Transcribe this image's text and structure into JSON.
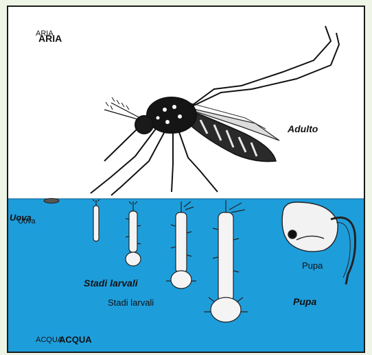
{
  "labels": {
    "aria_small": "ARIA",
    "aria_bold": "ARIA",
    "adulto": "Adulto",
    "uova_italic": "Uova",
    "uova_plain": "Uova",
    "stadi_italic": "Stadi larvali",
    "stadi_plain": "Stadi larvali",
    "pupa_plain": "Pupa",
    "pupa_italic": "Pupa",
    "acqua_small": "ACQUA",
    "acqua_bold": "ACQUA"
  },
  "colors": {
    "water": "#1e9ddb",
    "air": "#ffffff",
    "ink": "#111111",
    "border": "#1a1a1a",
    "egg": "#555555"
  },
  "icons": {
    "adult": "mosquito-adult-icon",
    "eggs": "egg-raft-icon",
    "larvae": "larva-icon",
    "pupa": "pupa-icon"
  }
}
